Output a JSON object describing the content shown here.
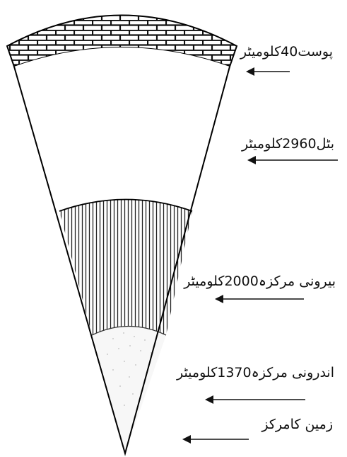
{
  "diagram": {
    "layers": [
      {
        "id": "crust",
        "label": "پوست40کلومیٹر"
      },
      {
        "id": "mantle",
        "label": "بٹل2960کلومیٹر"
      },
      {
        "id": "outer-core",
        "label": "بیرونی مرکزہ2000کلومیٹر"
      },
      {
        "id": "inner-core",
        "label": "اندرونی مرکزہ1370کلومیٹر"
      },
      {
        "id": "earth-center",
        "label": "زمین کامرکز"
      }
    ]
  }
}
